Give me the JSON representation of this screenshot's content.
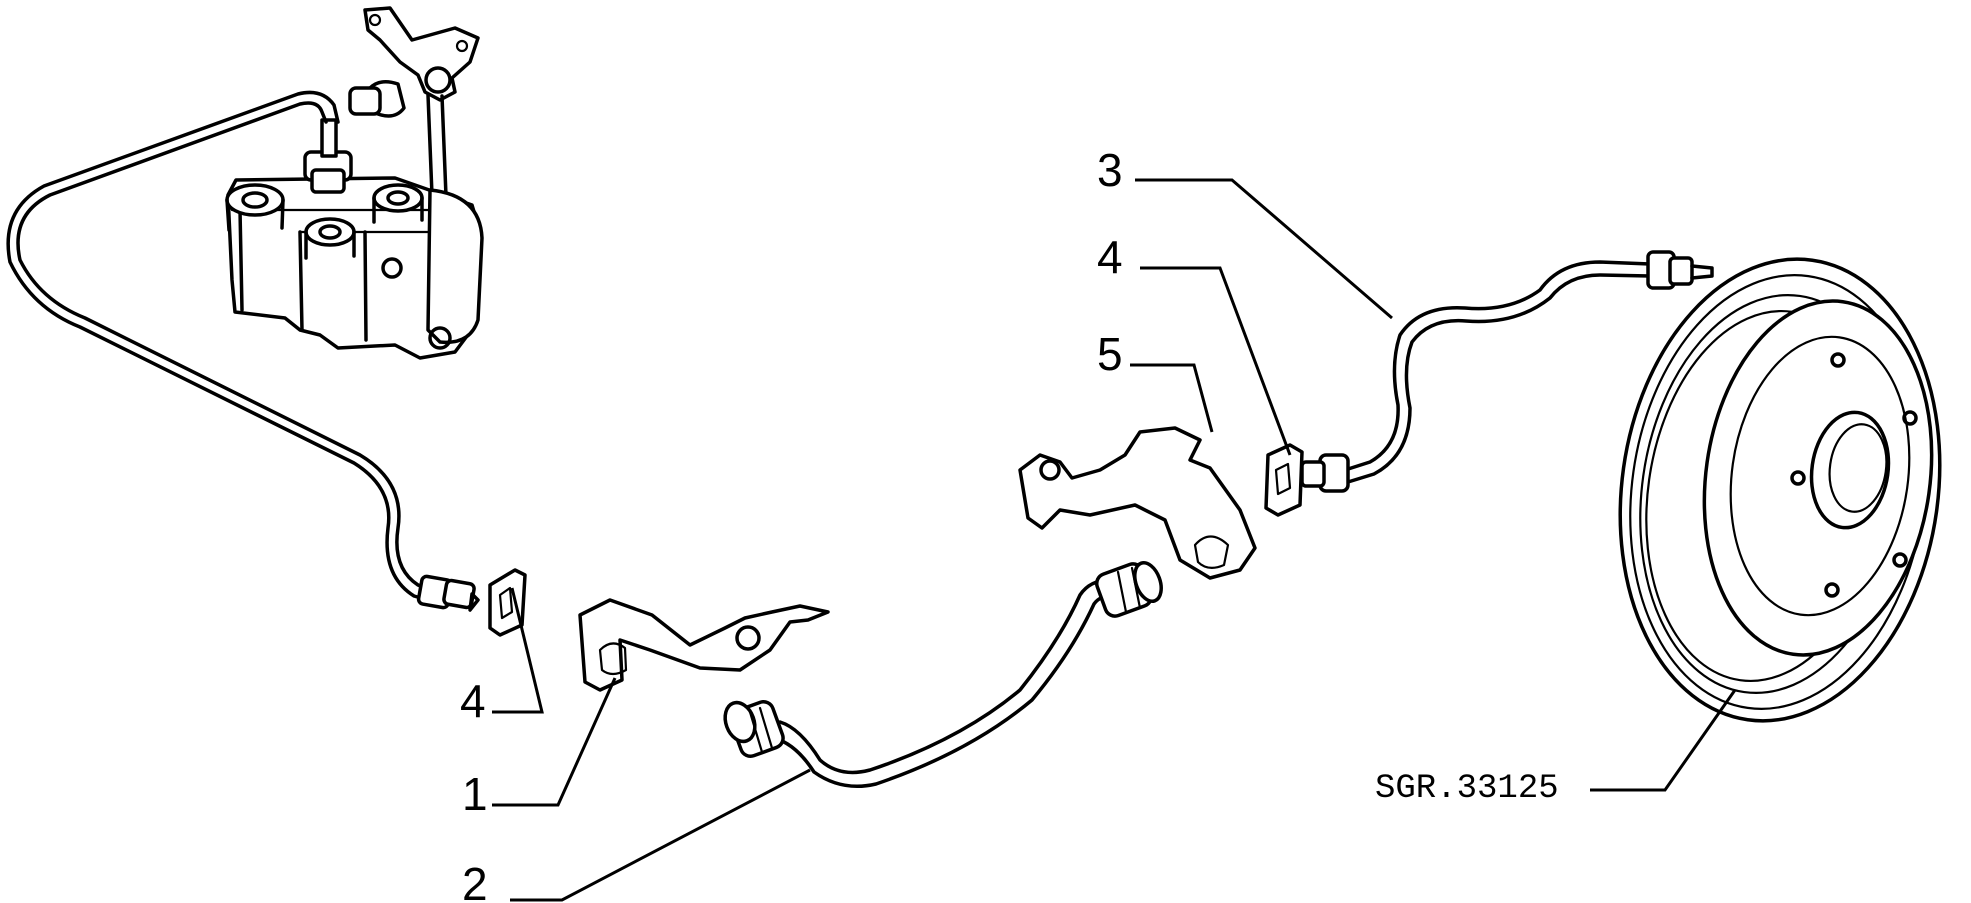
{
  "callouts": {
    "c1": "1",
    "c2": "2",
    "c3": "3",
    "c4_left": "4",
    "c4_right": "4",
    "c5": "5"
  },
  "reference_code": "SGR.33125"
}
